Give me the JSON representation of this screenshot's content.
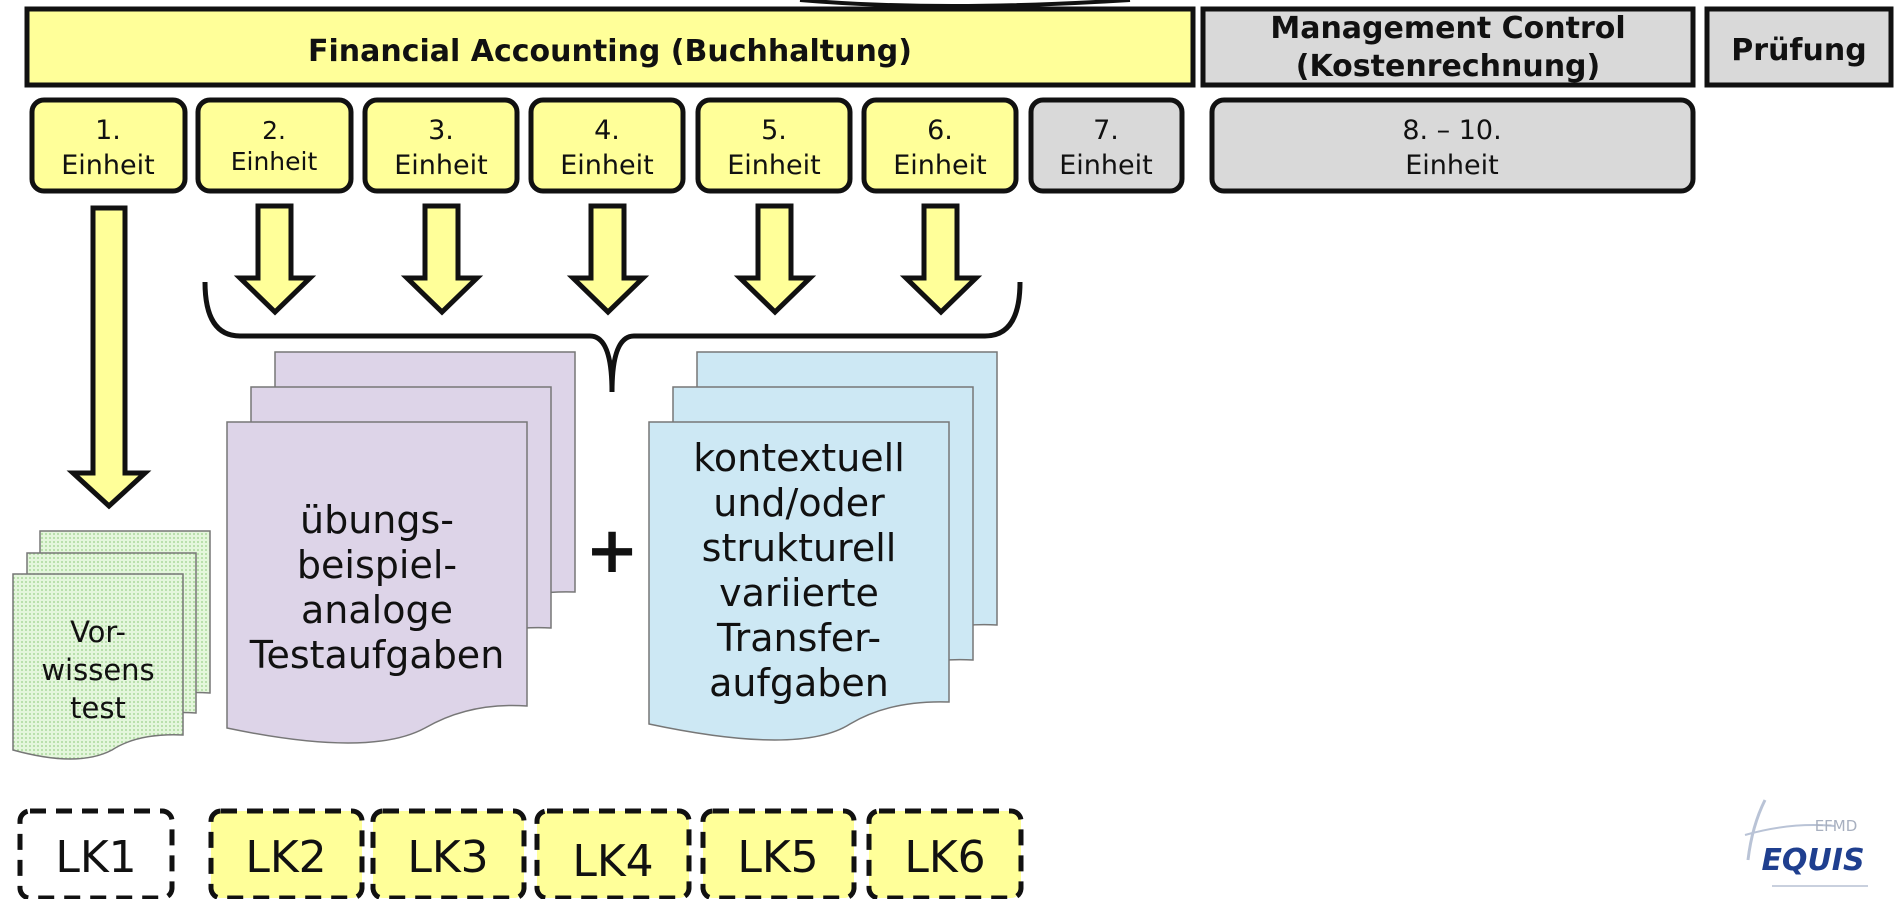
{
  "header": {
    "financial_accounting": "Financial Accounting (Buchhaltung)",
    "management_control_line1": "Management Control",
    "management_control_line2": "(Kostenrechnung)",
    "pruefung": "Prüfung"
  },
  "units": [
    {
      "num": "1.",
      "word": "Einheit"
    },
    {
      "num": "2.",
      "word": "Einheit"
    },
    {
      "num": "3.",
      "word": "Einheit"
    },
    {
      "num": "4.",
      "word": "Einheit"
    },
    {
      "num": "5.",
      "word": "Einheit"
    },
    {
      "num": "6.",
      "word": "Einheit"
    },
    {
      "num": "7.",
      "word": "Einheit"
    },
    {
      "num": "8. – 10.",
      "word": "Einheit"
    }
  ],
  "documents": {
    "vorwissen": [
      "Vor-",
      "wissens",
      "test"
    ],
    "uebung": [
      "übungs-",
      "beispiel-",
      "analoge",
      "Testaufgaben"
    ],
    "transfer": [
      "kontextuell",
      "und/oder",
      "strukturell",
      "variierte",
      "Transfer-",
      "aufgaben"
    ],
    "plus": "+"
  },
  "lk": [
    "LK1",
    "LK2",
    "LK3",
    "LK4",
    "LK5",
    "LK6"
  ],
  "logo": {
    "line1": "EFMD",
    "line2": "EQUIS"
  },
  "colors": {
    "yellow": "#ffff99",
    "grey": "#d9d9d9",
    "purple": "#ddd4e8",
    "blue": "#cde8f4",
    "green": "#d8f0d0",
    "logo_blue": "#1f3f8f"
  }
}
